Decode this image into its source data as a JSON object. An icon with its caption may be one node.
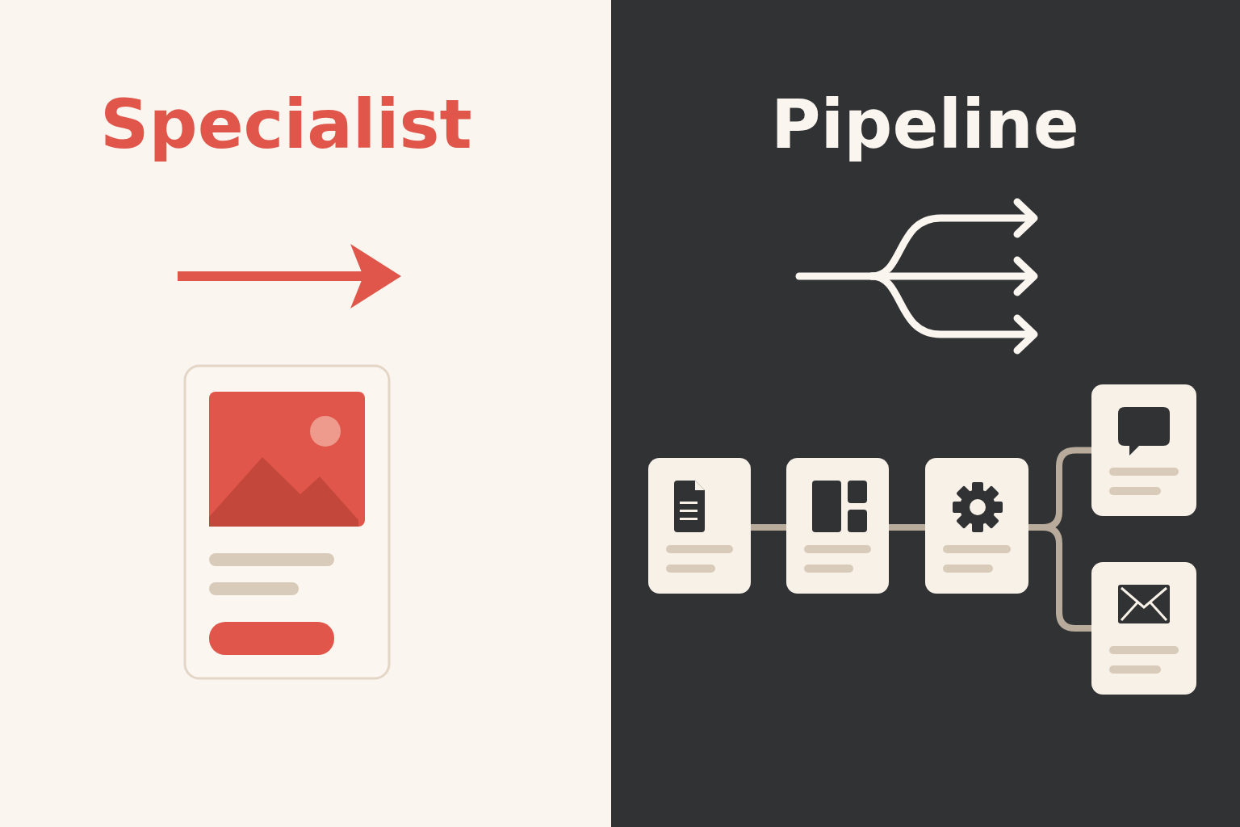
{
  "diagram": {
    "nodes": [
      {
        "text": [],
        "shape": "box"
      },
      {
        "text": [],
        "shape": "box"
      },
      {
        "text": [],
        "shape": "box"
      },
      {
        "text": [],
        "shape": "box"
      },
      {
        "text": [],
        "shape": "box"
      }
    ],
    "edges": [
      {
        "from": 0,
        "to": 1,
        "arrow": "none"
      },
      {
        "from": 1,
        "to": 2,
        "arrow": "none"
      },
      {
        "from": 2,
        "to": 3,
        "arrow": "none"
      },
      {
        "from": 2,
        "to": 4,
        "arrow": "none"
      }
    ],
    "labels": [
      "Specialist",
      "Pipeline"
    ]
  }
}
